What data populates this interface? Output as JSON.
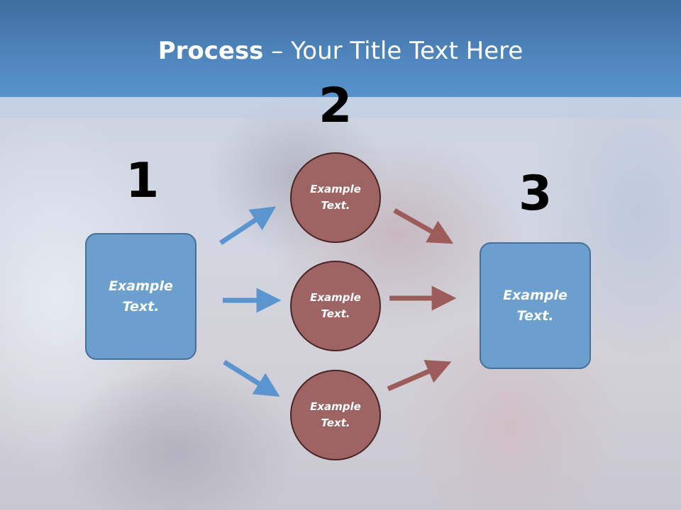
{
  "title": {
    "bold": "Process",
    "rest": " – Your Title Text Here"
  },
  "steps": [
    "1",
    "2",
    "3"
  ],
  "left_box": {
    "line1": "Example",
    "line2": "Text."
  },
  "circles": [
    {
      "line1": "Example",
      "line2": "Text."
    },
    {
      "line1": "Example",
      "line2": "Text."
    },
    {
      "line1": "Example",
      "line2": "Text."
    }
  ],
  "right_box": {
    "line1": "Example",
    "line2": "Text."
  },
  "colors": {
    "header": "#4f86bd",
    "box": "#6b9fce",
    "circle": "#9e6463",
    "blue_arrow": "#5b95cf",
    "red_arrow": "#9b5c5a"
  }
}
